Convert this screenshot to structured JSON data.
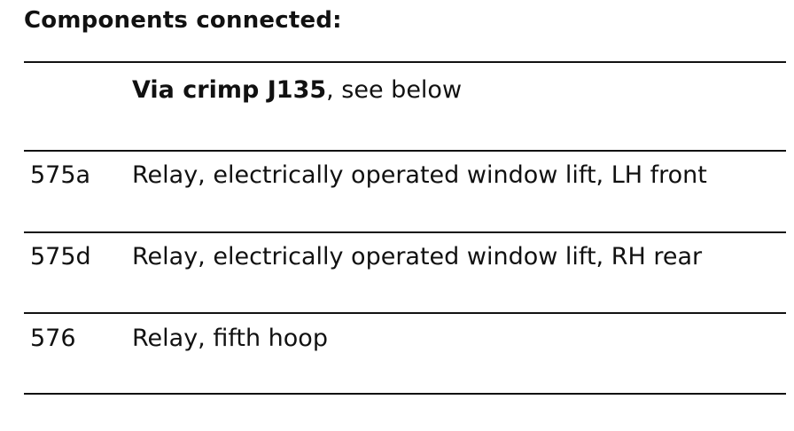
{
  "heading": "Components connected:",
  "rows": [
    {
      "code": "",
      "desc_bold": "Via crimp J135",
      "desc": ", see below"
    },
    {
      "code": "575a",
      "desc_bold": "",
      "desc": "Relay, electrically operated window lift, LH front"
    },
    {
      "code": "575d",
      "desc_bold": "",
      "desc": "Relay, electrically operated window lift, RH rear"
    },
    {
      "code": "576",
      "desc_bold": "",
      "desc": "Relay, fifth hoop"
    }
  ]
}
